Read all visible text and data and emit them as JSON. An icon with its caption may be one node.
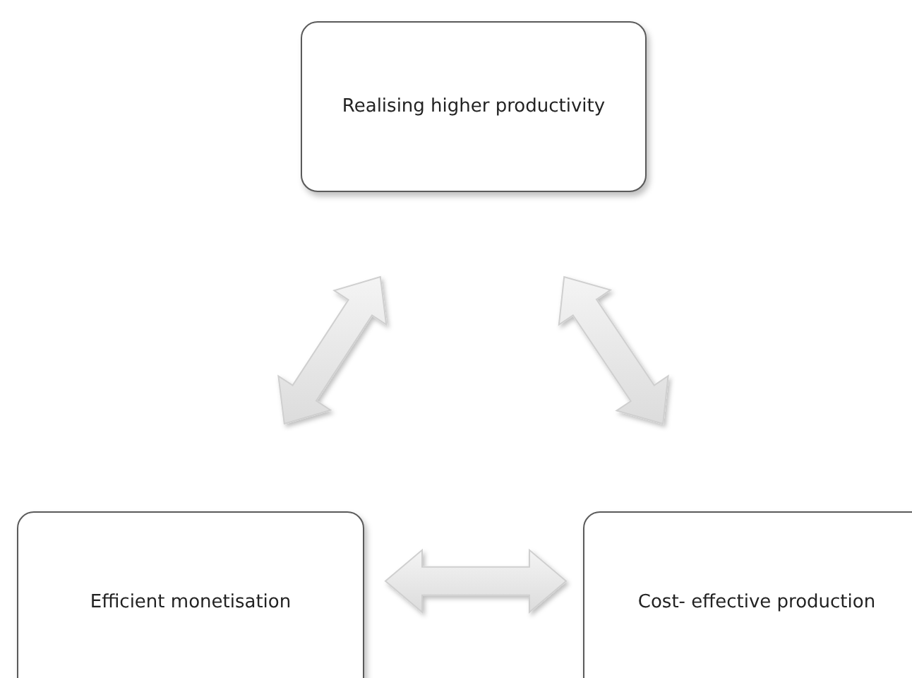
{
  "diagram": {
    "nodes": [
      {
        "text": [
          "Realising higher productivity"
        ]
      },
      {
        "text": [
          "Efficient monetisation"
        ]
      },
      {
        "text": [
          "Cost- effective production"
        ]
      }
    ],
    "edges": [
      {
        "from": 0,
        "to": 1,
        "arrow": "both"
      },
      {
        "from": 0,
        "to": 2,
        "arrow": "both"
      },
      {
        "from": 1,
        "to": 2,
        "arrow": "both"
      }
    ]
  }
}
